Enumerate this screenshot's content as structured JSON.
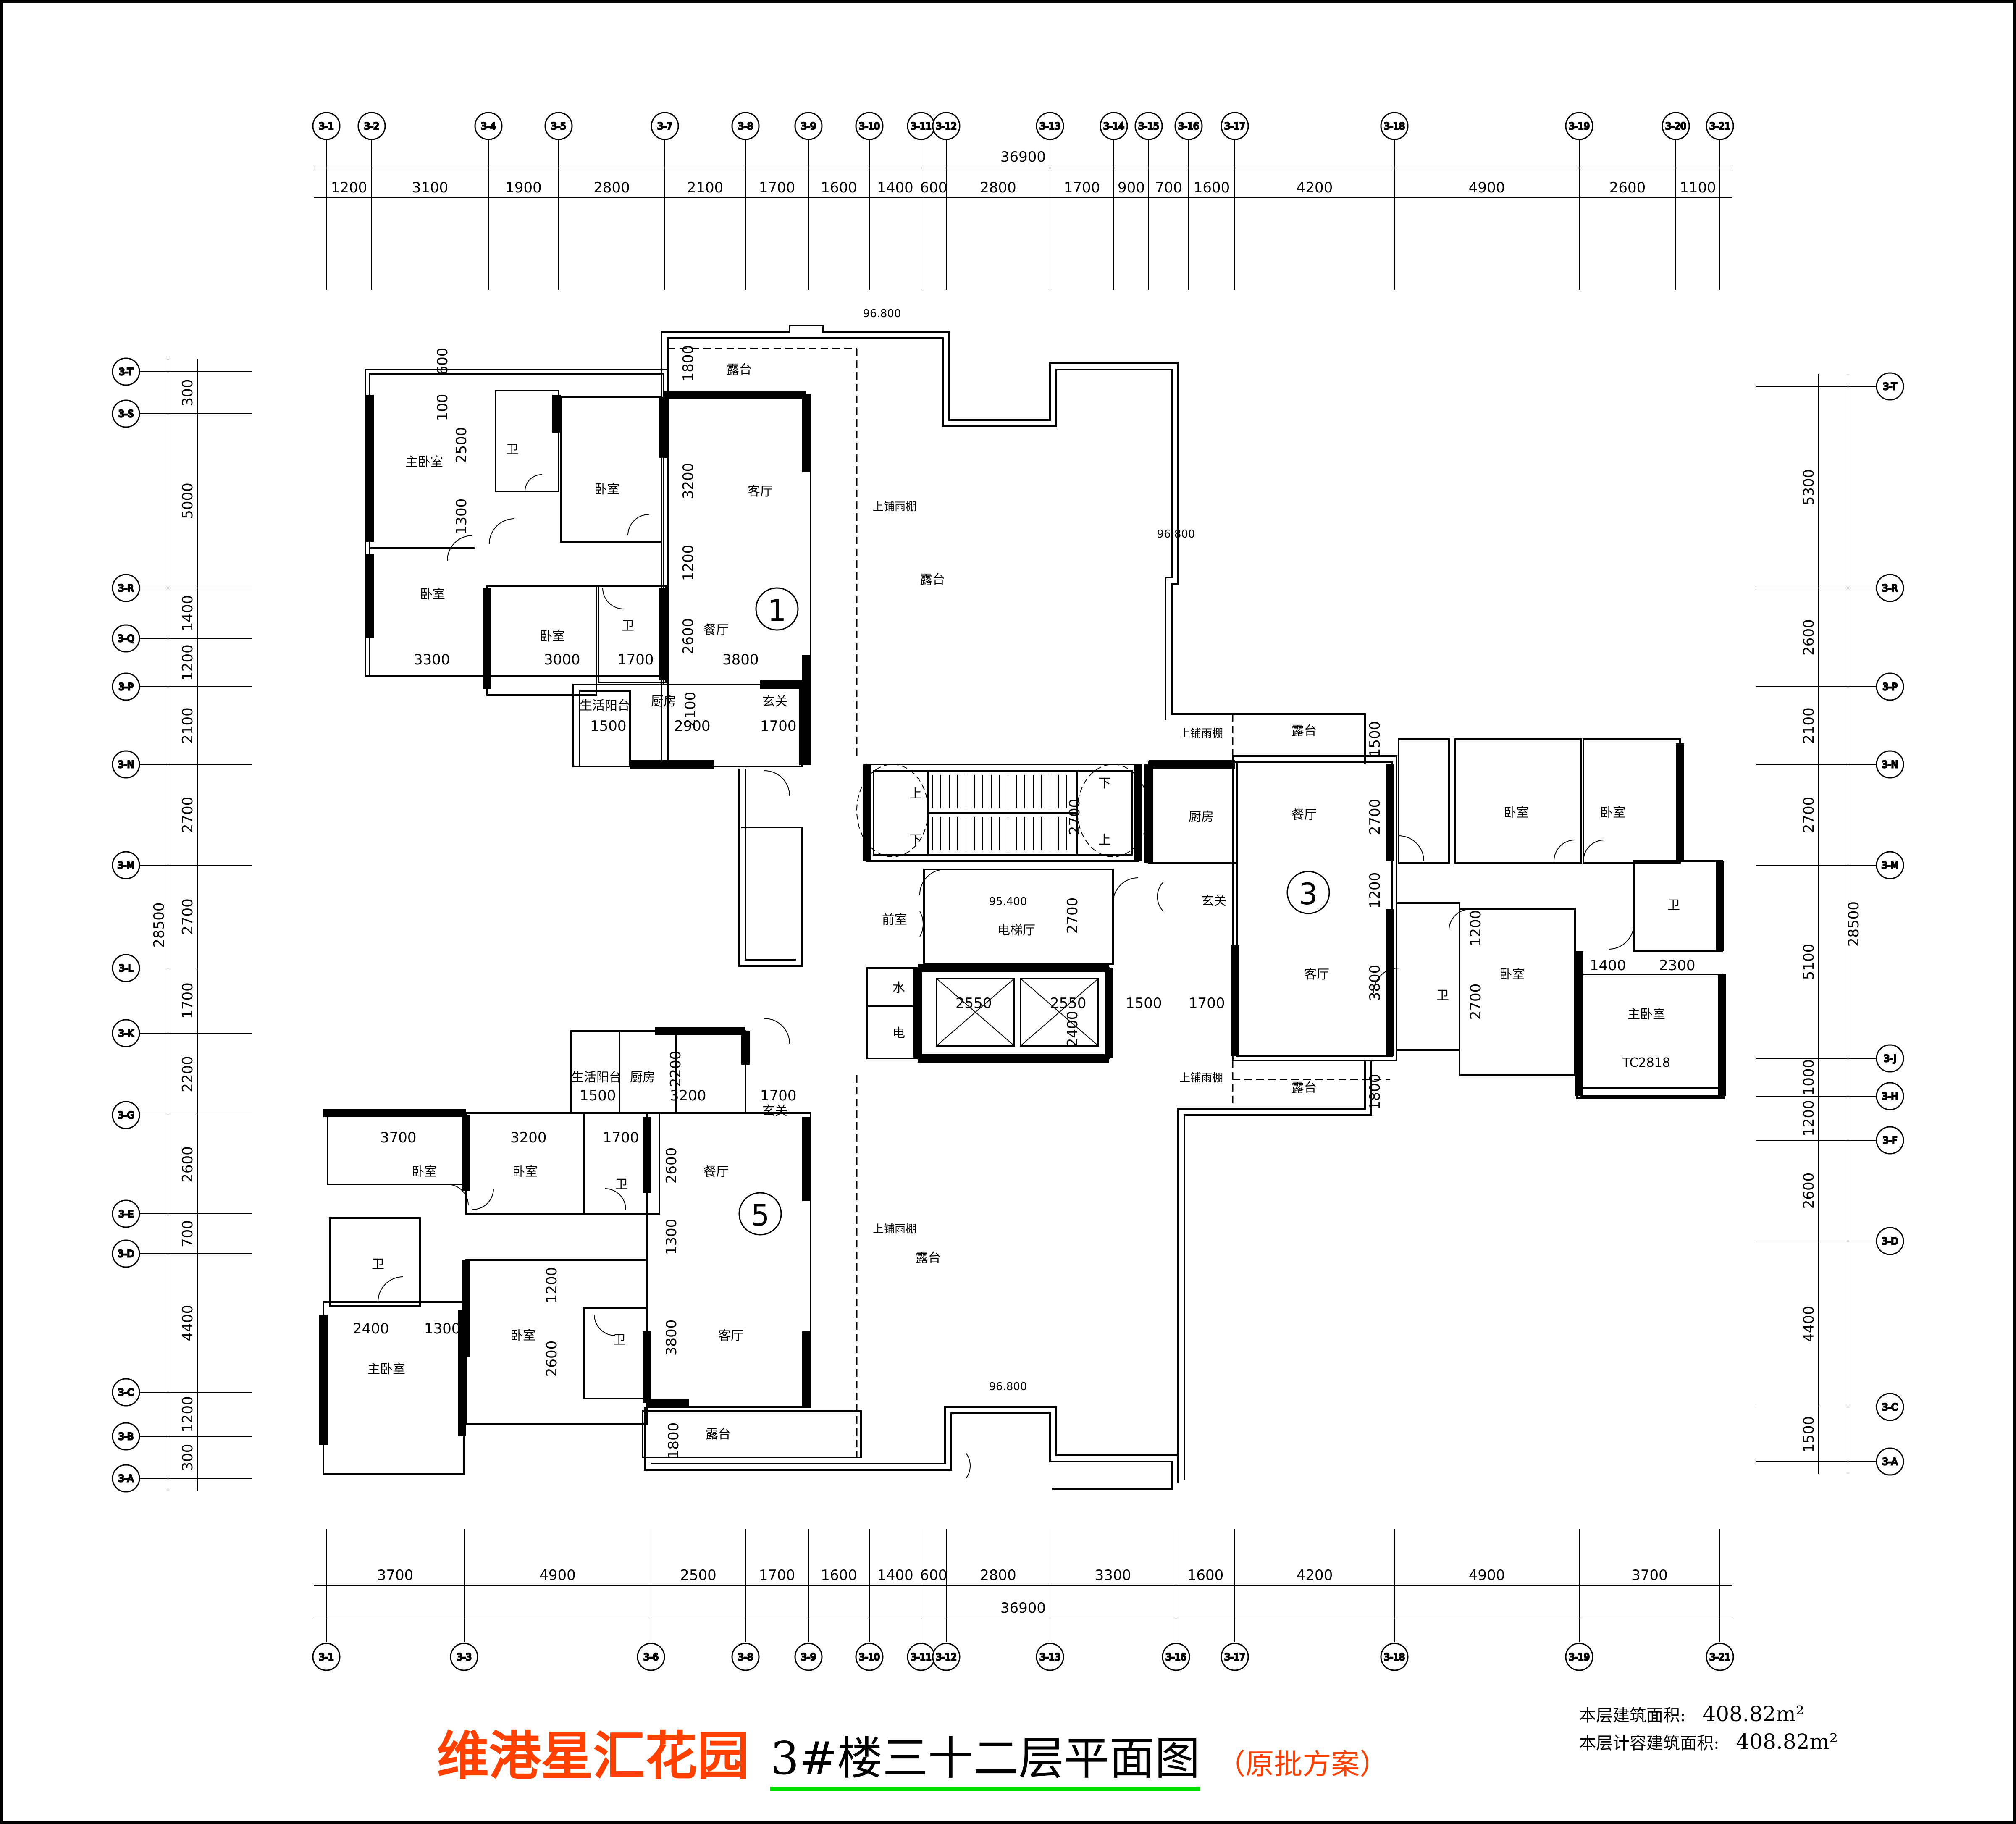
{
  "title": {
    "project": "维港星汇花园",
    "plan": "3#楼三十二层平面图",
    "subtitle": "（原批方案）"
  },
  "areas": {
    "building_label": "本层建筑面积:",
    "building_value": "408.82m²",
    "fa_label": "本层计容建筑面积:",
    "fa_value": "408.82m²"
  },
  "axes": {
    "top": [
      "3-1",
      "3-2",
      "3-4",
      "3-5",
      "3-7",
      "3-8",
      "3-9",
      "3-10",
      "3-11",
      "3-12",
      "3-13",
      "3-14",
      "3-15",
      "3-16",
      "3-17",
      "3-18",
      "3-19",
      "3-20",
      "3-21"
    ],
    "bottom": [
      "3-1",
      "3-3",
      "3-6",
      "3-8",
      "3-9",
      "3-10",
      "3-11",
      "3-12",
      "3-13",
      "3-16",
      "3-17",
      "3-18",
      "3-19",
      "3-21"
    ],
    "left": [
      "3-T",
      "3-S",
      "3-R",
      "3-Q",
      "3-P",
      "3-N",
      "3-M",
      "3-L",
      "3-K",
      "3-G",
      "3-E",
      "3-D",
      "3-C",
      "3-B",
      "3-A"
    ],
    "right": [
      "3-T",
      "3-R",
      "3-P",
      "3-N",
      "3-M",
      "3-J",
      "3-H",
      "3-F",
      "3-D",
      "3-C",
      "3-A"
    ]
  },
  "dims": {
    "top_total": "36900",
    "top": [
      "1200",
      "3100",
      "1900",
      "2800",
      "2100",
      "1700",
      "1600",
      "1400",
      "600",
      "2800",
      "1700",
      "900",
      "700",
      "1600",
      "4200",
      "4900",
      "2600",
      "1100"
    ],
    "bottom_total": "36900",
    "bottom": [
      "3700",
      "4900",
      "2500",
      "1700",
      "1600",
      "1400",
      "600",
      "2800",
      "3300",
      "1600",
      "4200",
      "4900",
      "3700"
    ],
    "left_total": "28500",
    "left": [
      "300",
      "5000",
      "1400",
      "1200",
      "2100",
      "2700",
      "2700",
      "1700",
      "2200",
      "2600",
      "700",
      "4400",
      "1200",
      "300"
    ],
    "right_total": "28500",
    "right": [
      "5300",
      "2600",
      "2100",
      "2700",
      "5100",
      "1000",
      "1200",
      "2600",
      "4400",
      "1500"
    ]
  },
  "units": [
    "1",
    "3",
    "5"
  ],
  "rooms": {
    "master_bedroom": "主卧室",
    "bedroom": "卧室",
    "living": "客厅",
    "dining": "餐厅",
    "kitchen": "厨房",
    "bath": "卫",
    "foyer": "玄关",
    "terrace": "露台",
    "service_balcony": "生活阳台",
    "elevator_hall": "电梯厅",
    "front_room": "前室",
    "water": "水",
    "electric": "电",
    "canopy": "上铺雨棚",
    "up": "上",
    "down": "下",
    "window_tag": "TC2818"
  },
  "levels": {
    "terrace_top": "96.800",
    "terrace_right": "96.800",
    "terrace_bottom": "96.800",
    "elevator_hall": "95.400"
  },
  "room_dims": {
    "u1_master_w": "2500",
    "u1_1300": "1300",
    "u1_living_h": "3200",
    "u1_1200": "1200",
    "u1_dining_h": "2600",
    "u1_bed_w": "3000",
    "u1_bath_w": "1700",
    "u1_dining_w": "3800",
    "u1_3300": "3300",
    "u1_kitchen_h": "2100",
    "u1_balcony_w": "1500",
    "u1_kitchen_w": "2900",
    "u1_foyer_w": "1700",
    "u1_top": "1800",
    "u1_600": "600",
    "u1_100": "100",
    "stair_h": "2700",
    "lobby_h": "2700",
    "lift_w": "2550",
    "lift_w2": "2550",
    "lift_h": "2400",
    "u3_1500": "1500",
    "u3_1700": "1700",
    "u3_dining_h": "2700",
    "u3_1200": "1200",
    "u3_living_h": "3800",
    "u3_top": "1500",
    "u3_bottom": "1800",
    "u3_bath_h": "1200",
    "u3_bed_h": "2700",
    "u3_1400": "1400",
    "u3_2300": "2300",
    "u5_bed_w": "3700",
    "u5_bed2_w": "3200",
    "u5_bath_w": "1700",
    "u5_balcony_w": "1500",
    "u5_kitchen_w": "3200",
    "u5_kitchen_h": "2200",
    "u5_foyer_w": "1700",
    "u5_dining_h": "2600",
    "u5_1300": "1300",
    "u5_living_h": "3800",
    "u5_master_w": "2400",
    "u5_1300b": "1300",
    "u5_bed3_h": "2600",
    "u5_1200": "1200",
    "u5_bottom": "1800"
  }
}
